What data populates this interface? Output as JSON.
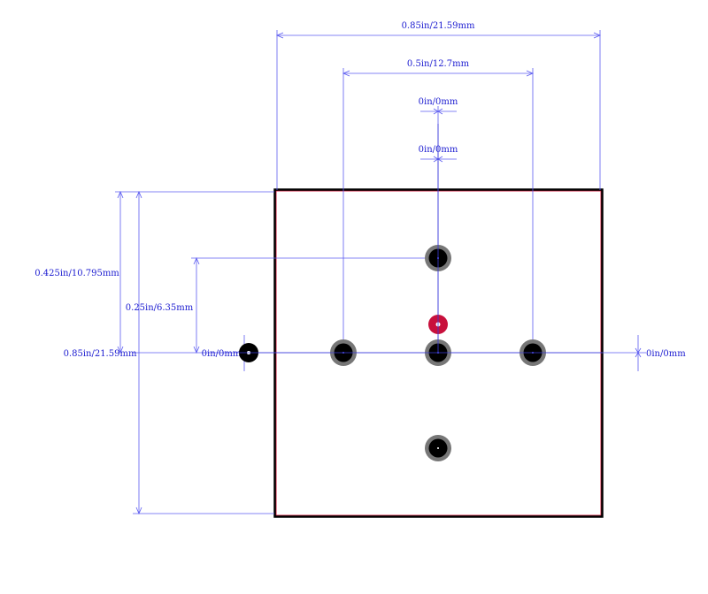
{
  "dimensions": {
    "overall_width": "0.85in/21.59mm",
    "pad_span": "0.5in/12.7mm",
    "top_offset_1": "0in/0mm",
    "top_offset_2": "0in/0mm",
    "left_height_half": "0.425in/10.795mm",
    "left_height_quarter": "0.25in/6.35mm",
    "overall_height": "0.85in/21.59mm",
    "left_offset": "0in/0mm",
    "right_offset": "0in/0mm"
  },
  "colors": {
    "dimension": "#5b5bf0",
    "dimension_text": "#1a1ad0",
    "outline": "#000000",
    "outline_inner": "#d02040",
    "pad_ring": "#777777",
    "pad_hole": "#000000",
    "pin1": "#c8103c"
  },
  "pads": [
    {
      "id": "pad-left-outside",
      "kind": "hole"
    },
    {
      "id": "pad-left",
      "kind": "plated"
    },
    {
      "id": "pad-center",
      "kind": "plated"
    },
    {
      "id": "pad-right",
      "kind": "plated"
    },
    {
      "id": "pad-top",
      "kind": "plated"
    },
    {
      "id": "pad-bottom",
      "kind": "plated"
    },
    {
      "id": "pin1-marker",
      "kind": "pin1"
    }
  ]
}
